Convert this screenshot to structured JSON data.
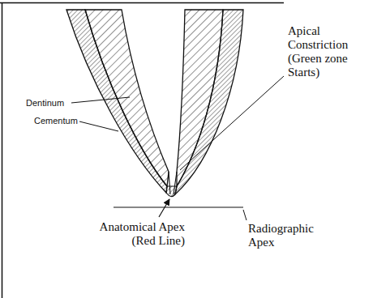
{
  "diagram": {
    "labels": [
      "Dentinum",
      "Cementum",
      "Apical Constriction (Green zone Starts)",
      "Anatomical Apex (Red Line)",
      "Radiographic Apex"
    ]
  }
}
